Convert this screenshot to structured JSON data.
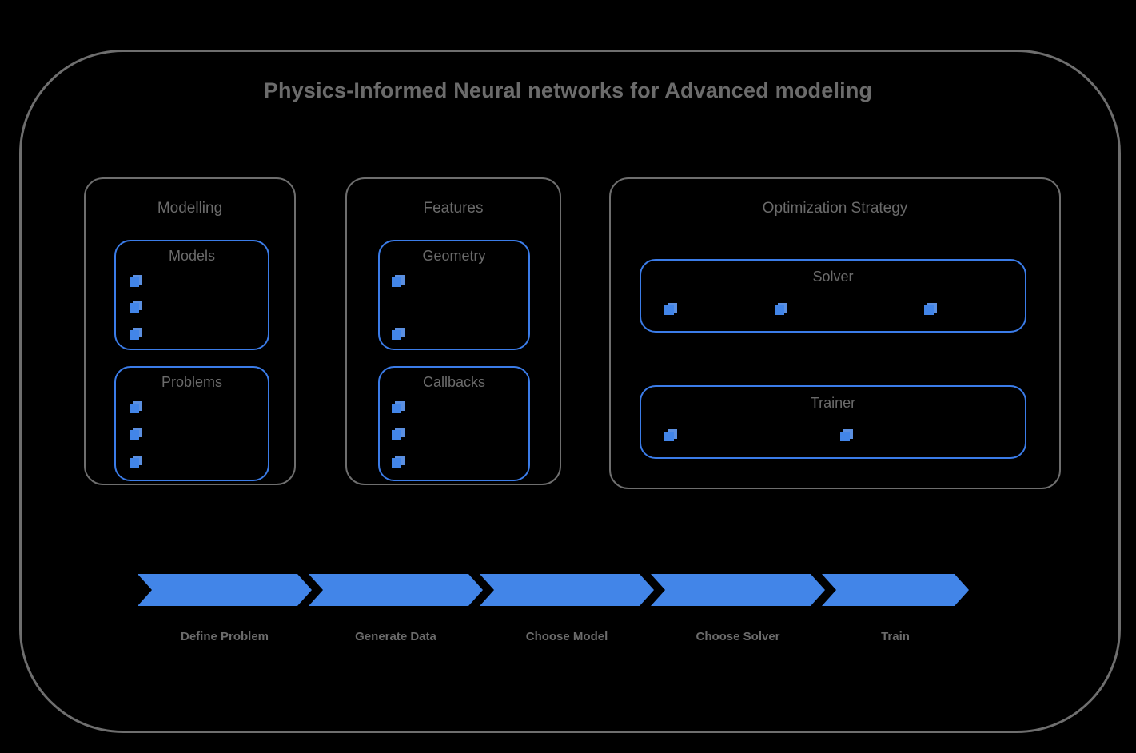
{
  "diagram": {
    "title": "Physics-Informed Neural networks for Advanced modeling",
    "colors": {
      "background": "#000000",
      "frame_stroke": "#6e6e6e",
      "accent_blue": "#4285e8",
      "card_stroke": "#3b7ce8",
      "text_gray": "#6b6b6b"
    }
  },
  "groups": [
    {
      "title": "Modelling",
      "cards": [
        {
          "title": "Models",
          "marker_count": 3
        },
        {
          "title": "Problems",
          "marker_count": 3
        }
      ]
    },
    {
      "title": "Features",
      "cards": [
        {
          "title": "Geometry",
          "marker_count": 2
        },
        {
          "title": "Callbacks",
          "marker_count": 3
        }
      ]
    },
    {
      "title": "Optimization Strategy",
      "cards": [
        {
          "title": "Solver",
          "marker_count": 3
        },
        {
          "title": "Trainer",
          "marker_count": 2
        }
      ]
    }
  ],
  "pipeline": {
    "steps": [
      {
        "label": "Define Problem"
      },
      {
        "label": "Generate Data"
      },
      {
        "label": "Choose Model"
      },
      {
        "label": "Choose Solver"
      },
      {
        "label": "Train"
      }
    ]
  }
}
